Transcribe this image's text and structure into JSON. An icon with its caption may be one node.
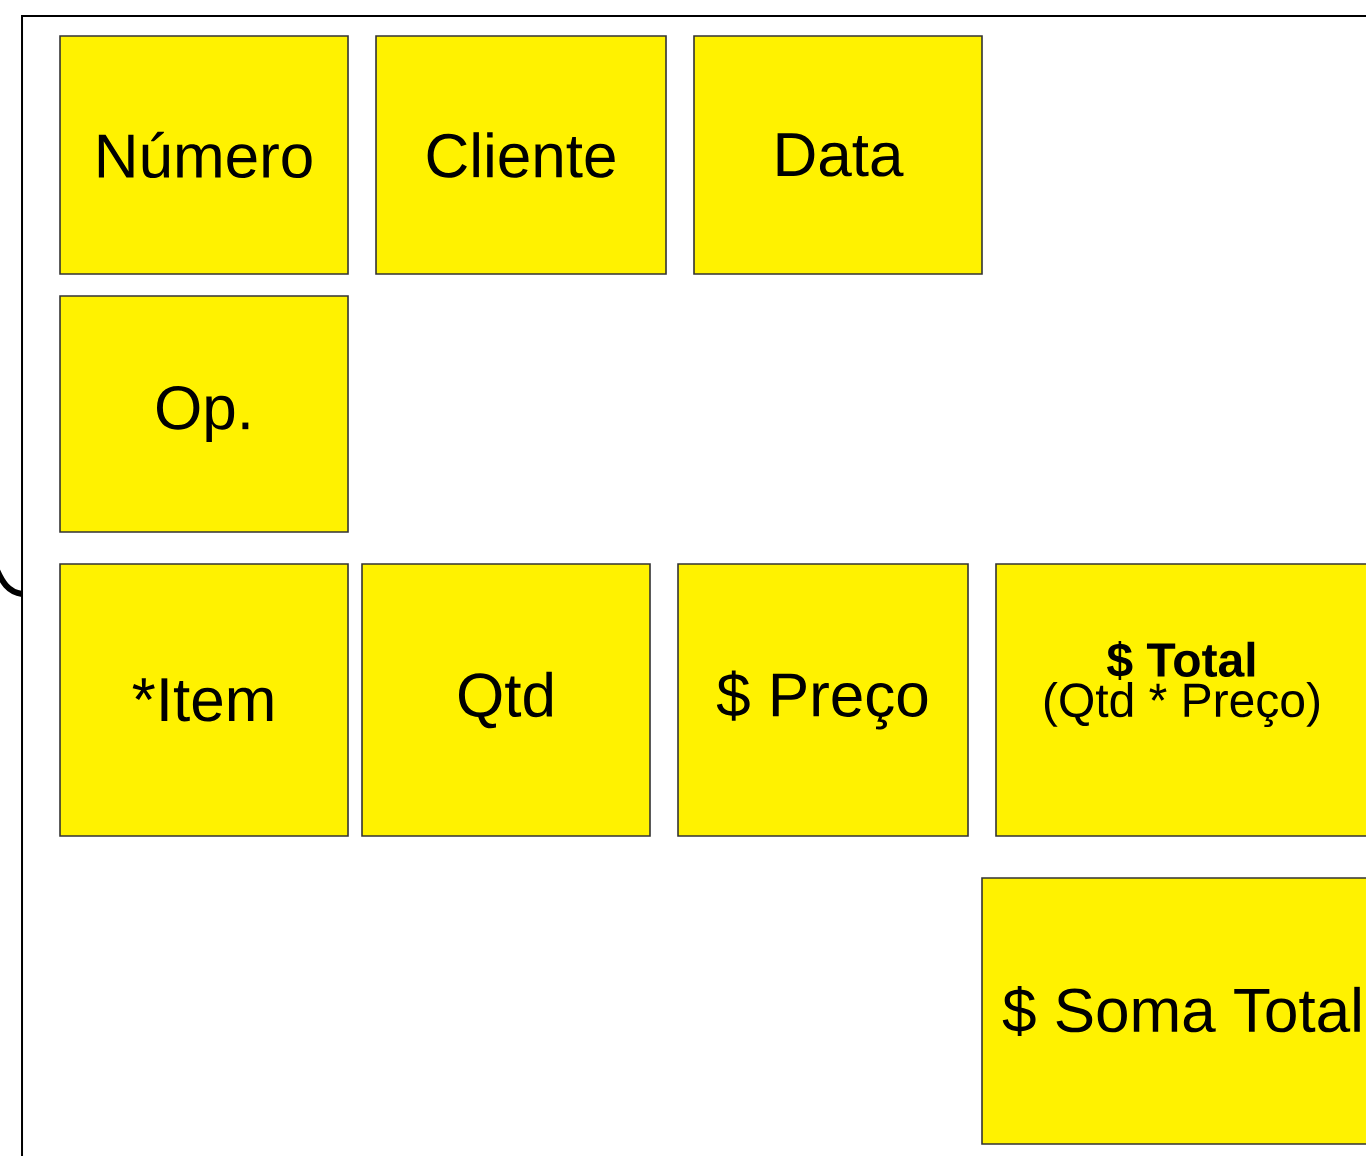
{
  "diagram": {
    "nodes": [
      {
        "text": [
          "Número"
        ]
      },
      {
        "text": [
          "Cliente"
        ]
      },
      {
        "text": [
          "Data"
        ]
      },
      {
        "text": [
          "Op."
        ]
      },
      {
        "text": [
          "*Item"
        ]
      },
      {
        "text": [
          "Qtd"
        ]
      },
      {
        "text": [
          "$ Preço"
        ]
      },
      {
        "text": [
          "$ Total",
          "(Qtd * Preço)"
        ]
      },
      {
        "text": [
          "$ Soma Total"
        ]
      }
    ]
  }
}
